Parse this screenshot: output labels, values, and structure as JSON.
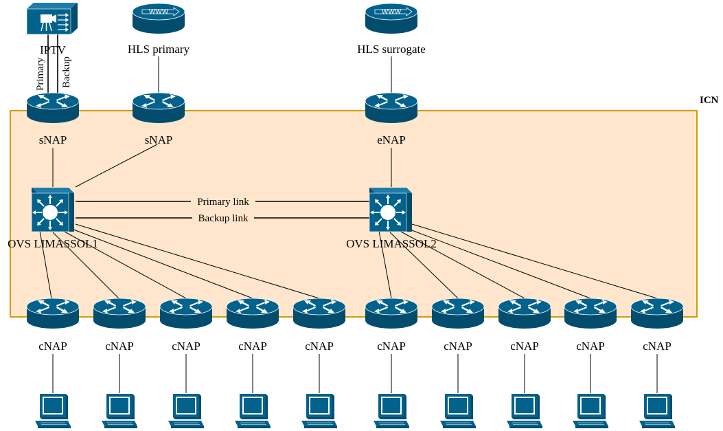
{
  "icn_label": "ICN",
  "colors": {
    "device": "#03628c",
    "device_side": "#024d6e",
    "device_top": "#1e7cab",
    "icn_fill": "#ffe6cc",
    "icn_border": "#d79b00"
  },
  "servers": {
    "iptv": {
      "label": "IPTV",
      "icon": "iptv-server-icon"
    },
    "hls_primary": {
      "label": "HLS primary",
      "badge": "WWW",
      "icon": "web-server-icon"
    },
    "hls_surrogate": {
      "label": "HLS surrogate",
      "badge": "WWW",
      "icon": "web-server-icon"
    }
  },
  "iptv_links": {
    "primary": "Primary",
    "backup": "Backup"
  },
  "top_naps": [
    {
      "id": "snap1",
      "label": "sNAP"
    },
    {
      "id": "snap2",
      "label": "sNAP"
    },
    {
      "id": "enap",
      "label": "eNAP"
    }
  ],
  "switches": [
    {
      "id": "ovs1",
      "label": "OVS LIMASSOL1"
    },
    {
      "id": "ovs2",
      "label": "OVS LIMASSOL2"
    }
  ],
  "switch_links": {
    "primary": "Primary link",
    "backup": "Backup link"
  },
  "cnaps": [
    {
      "label": "cNAP"
    },
    {
      "label": "cNAP"
    },
    {
      "label": "cNAP"
    },
    {
      "label": "cNAP"
    },
    {
      "label": "cNAP"
    },
    {
      "label": "cNAP"
    },
    {
      "label": "cNAP"
    },
    {
      "label": "cNAP"
    },
    {
      "label": "cNAP"
    },
    {
      "label": "cNAP"
    }
  ]
}
